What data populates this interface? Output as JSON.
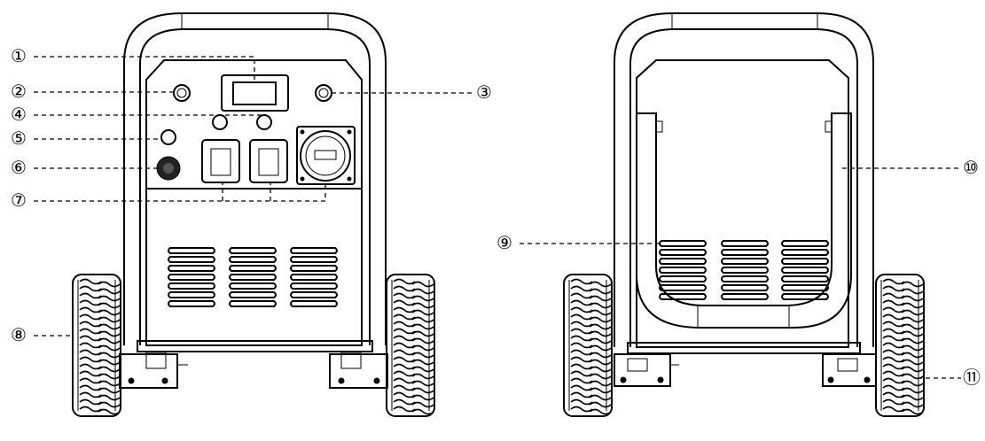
{
  "views": [
    {
      "id": "front",
      "description_visible": false
    },
    {
      "id": "rear",
      "description_visible": false
    }
  ],
  "callouts": [
    {
      "number": "1",
      "label": "①"
    },
    {
      "number": "2",
      "label": "②"
    },
    {
      "number": "3",
      "label": "③"
    },
    {
      "number": "4",
      "label": "④"
    },
    {
      "number": "5",
      "label": "⑤"
    },
    {
      "number": "6",
      "label": "⑥"
    },
    {
      "number": "7",
      "label": "⑦"
    },
    {
      "number": "8",
      "label": "⑧"
    },
    {
      "number": "9",
      "label": "⑨"
    },
    {
      "number": "10",
      "label": "⑩"
    },
    {
      "number": "11",
      "label": "⑪"
    }
  ],
  "icons": {
    "wheel": "wheel-icon",
    "socket": "socket-icon",
    "switch": "switch-icon",
    "vent": "vent-icon"
  }
}
